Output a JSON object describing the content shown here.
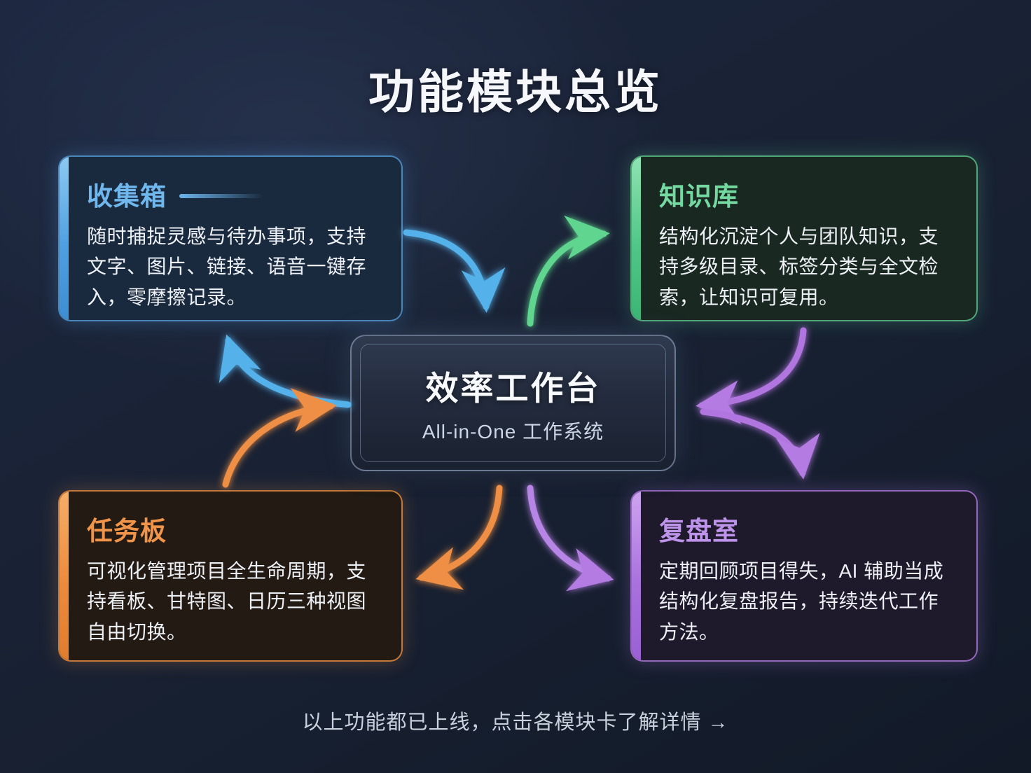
{
  "page": {
    "title": "功能模块总览",
    "footer": "以上功能都已上线，点击各模块卡了解详情 →",
    "background_color": "#1a2335"
  },
  "center": {
    "title": "效率工作台",
    "subtitle": "All-in-One 工作系统"
  },
  "modules": [
    {
      "id": "inbox",
      "title": "收集箱",
      "description": "随时捕捉灵感与待办事项，支持文字、图片、链接、语音一键存入，零摩擦记录。",
      "accent_color": "#55aee8",
      "position": "top-left"
    },
    {
      "id": "knowledge",
      "title": "知识库",
      "description": "结构化沉淀个人与团队知识，支持多级目录、标签分类与全文检索，让知识可复用。",
      "accent_color": "#5fd58f",
      "position": "top-right"
    },
    {
      "id": "tasks",
      "title": "任务板",
      "description": "可视化管理项目全生命周期，支持看板、甘特图、日历三种视图自由切换。",
      "accent_color": "#ee8f45",
      "position": "bottom-left"
    },
    {
      "id": "review",
      "title": "复盘室",
      "description": "定期回顾项目得失，AI 辅助当成结构化复盘报告，持续迭代工作方法。",
      "accent_color": "#b57ae3",
      "position": "bottom-right"
    }
  ],
  "arrows": [
    {
      "from": "inbox",
      "to": "center",
      "color": "#54b1ea"
    },
    {
      "from": "center",
      "to": "knowledge",
      "color": "#5fd58f"
    },
    {
      "from": "center",
      "to": "inbox",
      "color": "#54b1ea"
    },
    {
      "from": "tasks",
      "to": "center",
      "color": "#ee8f45"
    },
    {
      "from": "knowledge",
      "to": "center",
      "color": "#b175e0"
    },
    {
      "from": "center",
      "to": "review",
      "color": "#b175e0"
    },
    {
      "from": "center",
      "to": "tasks",
      "color": "#ee8f45"
    },
    {
      "from": "center",
      "to": "review",
      "color": "#b785e5"
    }
  ]
}
